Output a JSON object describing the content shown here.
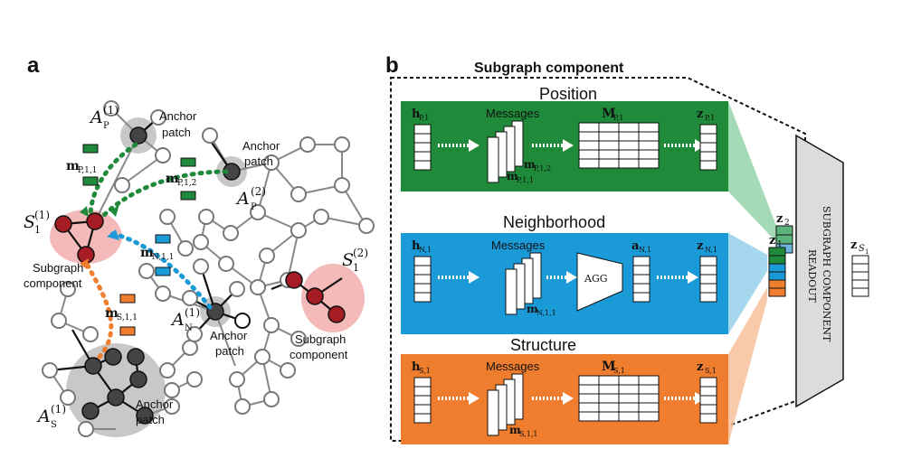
{
  "panel_a": {
    "letter": "a",
    "anchor_P_label": "A",
    "anchor_P_sup": "(1)",
    "anchor_P_sub": "P",
    "anchor_P2_label": "A",
    "anchor_P2_sup": "(2)",
    "anchor_P2_sub": "P",
    "anchor_N_label": "A",
    "anchor_N_sup": "(1)",
    "anchor_N_sub": "N",
    "anchor_S_label": "A",
    "anchor_S_sup": "(1)",
    "anchor_S_sub": "S",
    "anchor_patch_line1": "Anchor",
    "anchor_patch_line2": "patch",
    "subgraph_S1_label": "S",
    "subgraph_S1_sup": "(1)",
    "subgraph_S1_sub": "1",
    "subgraph_S2_label": "S",
    "subgraph_S2_sup": "(2)",
    "subgraph_S2_sub": "1",
    "subgraph_component_line1": "Subgraph",
    "subgraph_component_line2": "component",
    "msg_P11": "m",
    "msg_P11_sub": "P,1,1",
    "msg_P12": "m",
    "msg_P12_sub": "P,1,2",
    "msg_N11": "m",
    "msg_N11_sub": "N,1,1",
    "msg_S11": "m",
    "msg_S11_sub": "S,1,1"
  },
  "panel_b": {
    "letter": "b",
    "title": "Subgraph component",
    "position": {
      "heading": "Position",
      "h_label": "h",
      "h_sub": "P,1",
      "messages": "Messages",
      "M_label": "M",
      "M_sub": "P,1",
      "z_label": "z",
      "z_sub": "P,1",
      "m1": "m",
      "m1_sub": "P,1,2",
      "m2": "m",
      "m2_sub": "P,1,1"
    },
    "neighborhood": {
      "heading": "Neighborhood",
      "h_label": "h",
      "h_sub": "N,1",
      "messages": "Messages",
      "agg": "AGG",
      "a_label": "a",
      "a_sub": "N,1",
      "z_label": "z",
      "z_sub": "N,1",
      "m1": "m",
      "m1_sub": "N,1,1"
    },
    "structure": {
      "heading": "Structure",
      "h_label": "h",
      "h_sub": "S,1",
      "messages": "Messages",
      "M_label": "M",
      "M_sub": "S,1",
      "z_label": "z",
      "z_sub": "S,1",
      "m1": "m",
      "m1_sub": "S,1,1"
    },
    "z2_label": "z",
    "z2_sub": "2",
    "z1_label": "z",
    "z1_sub": "1",
    "readout_line1": "SUBGRAPH COMPONENT",
    "readout_line2": "READOUT",
    "zS_label": "z",
    "zS_sub": "S",
    "zS_subsub": "1"
  },
  "colors": {
    "green": "#1e8a3a",
    "blue": "#1a9ad6",
    "orange": "#ef7d2e",
    "red_node": "#a51c24",
    "dark_node": "#444444",
    "pink_region": "#f4b9b9",
    "grey_region": "#c8c8c8"
  }
}
